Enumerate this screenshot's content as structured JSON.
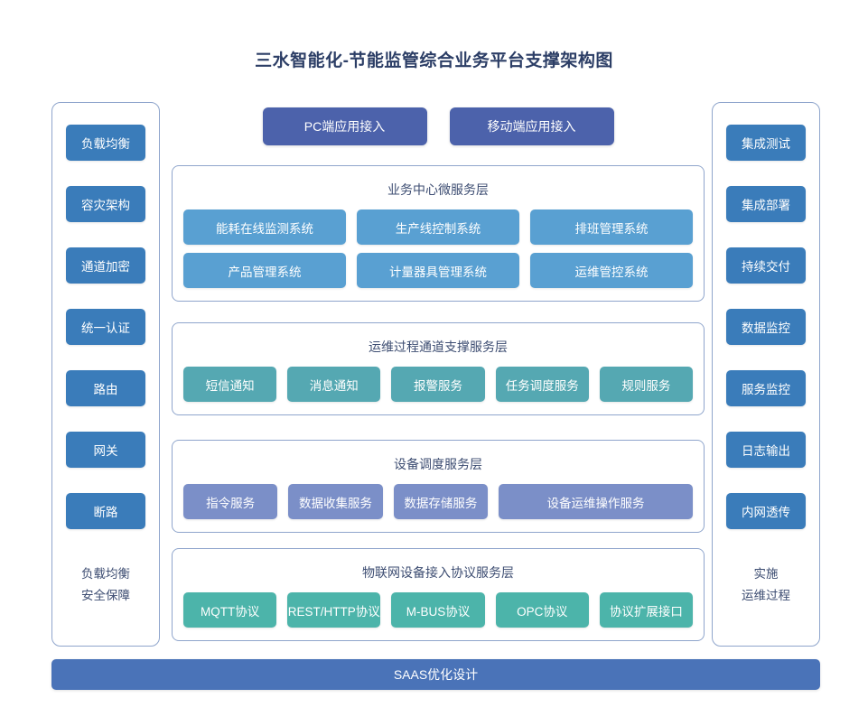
{
  "title": "三水智能化-节能监管综合业务平台支撑架构图",
  "top_access": {
    "buttons": [
      {
        "label": "PC端应用接入"
      },
      {
        "label": "移动端应用接入"
      }
    ]
  },
  "left_column": {
    "chips": [
      {
        "label": "负载均衡"
      },
      {
        "label": "容灾架构"
      },
      {
        "label": "通道加密"
      },
      {
        "label": "统一认证"
      },
      {
        "label": "路由"
      },
      {
        "label": "网关"
      },
      {
        "label": "断路"
      }
    ],
    "footer_line1": "负载均衡",
    "footer_line2": "安全保障"
  },
  "right_column": {
    "chips": [
      {
        "label": "集成测试"
      },
      {
        "label": "集成部署"
      },
      {
        "label": "持续交付"
      },
      {
        "label": "数据监控"
      },
      {
        "label": "服务监控"
      },
      {
        "label": "日志输出"
      },
      {
        "label": "内网透传"
      }
    ],
    "footer_line1": "实施",
    "footer_line2": "运维过程"
  },
  "layers": [
    {
      "id": "business",
      "title": "业务中心微服务层",
      "color": "#59a0d2",
      "rows": [
        [
          {
            "label": "能耗在线监测系统"
          },
          {
            "label": "生产线控制系统"
          },
          {
            "label": "排班管理系统"
          }
        ],
        [
          {
            "label": "产品管理系统"
          },
          {
            "label": "计量器具管理系统"
          },
          {
            "label": "运维管控系统"
          }
        ]
      ]
    },
    {
      "id": "ops",
      "title": "运维过程通道支撑服务层",
      "color": "#55a8b2",
      "rows": [
        [
          {
            "label": "短信通知"
          },
          {
            "label": "消息通知"
          },
          {
            "label": "报警服务"
          },
          {
            "label": "任务调度服务"
          },
          {
            "label": "规则服务"
          }
        ]
      ]
    },
    {
      "id": "device",
      "title": "设备调度服务层",
      "color": "#7b8fc8",
      "rows": [
        [
          {
            "label": "指令服务"
          },
          {
            "label": "数据收集服务"
          },
          {
            "label": "数据存储服务"
          },
          {
            "label": "设备运维操作服务"
          }
        ]
      ]
    },
    {
      "id": "iot",
      "title": "物联网设备接入协议服务层",
      "color": "#4cb4aa",
      "rows": [
        [
          {
            "label": "MQTT协议"
          },
          {
            "label": "REST/HTTP协议"
          },
          {
            "label": "M-BUS协议"
          },
          {
            "label": "OPC协议"
          },
          {
            "label": "协议扩展接口"
          }
        ]
      ]
    }
  ],
  "bottom_bar": {
    "label": "SAAS优化设计"
  },
  "colors": {
    "title_text": "#2c3e66",
    "side_chip": "#3a7cba",
    "top_button": "#4c62ab",
    "business_chip": "#59a0d2",
    "ops_chip": "#55a8b2",
    "device_chip": "#7b8fc8",
    "iot_chip": "#4cb4aa",
    "bottom_bar": "#4a73b8",
    "panel_border": "#8fa5cc",
    "background": "#ffffff"
  }
}
